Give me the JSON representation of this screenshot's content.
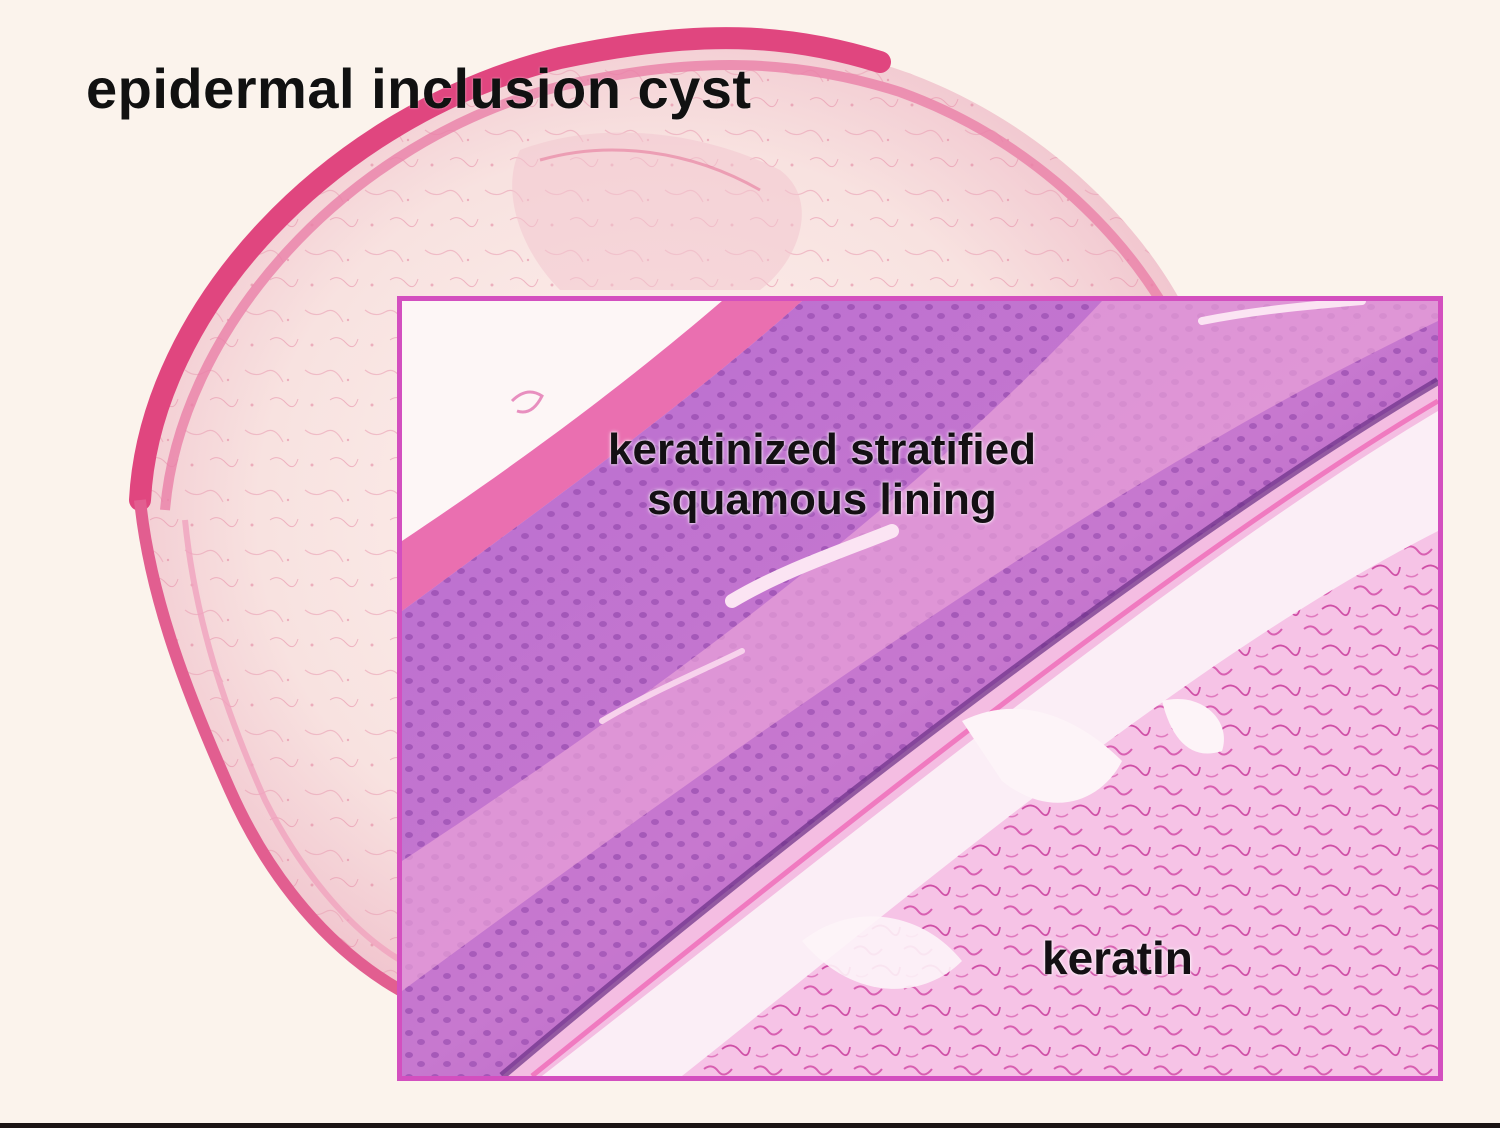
{
  "title": "epidermal inclusion cyst",
  "labels": {
    "lining_line1": "keratinized stratified",
    "lining_line2": "squamous lining",
    "keratin": "keratin"
  },
  "colors": {
    "background": "#fbf3ec",
    "cyst_wall": "#e0467f",
    "cyst_interior": "#f9e6e3",
    "inset_border": "#d34fbf",
    "epithelium": "#b55bc7",
    "keratin_layer": "#ec77b8",
    "loose_keratin": "#f3a8d8"
  }
}
